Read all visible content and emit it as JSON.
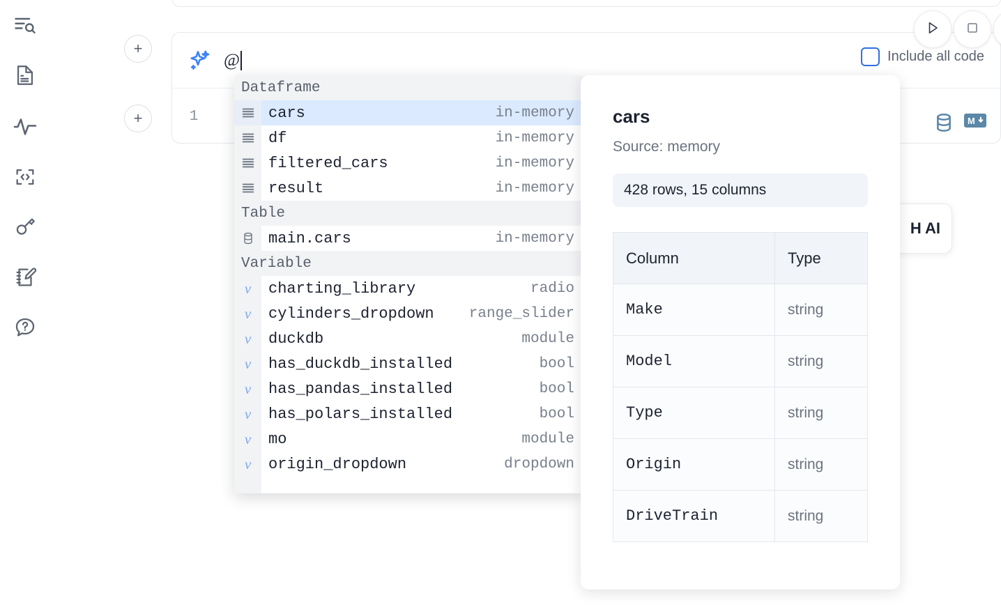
{
  "sidebar": {
    "items": [
      {
        "icon": "search-outline-icon",
        "label": "Explore"
      },
      {
        "icon": "file-document-icon",
        "label": "Notebook files"
      },
      {
        "icon": "activity-pulse-icon",
        "label": "Runtime"
      },
      {
        "icon": "code-snippet-icon",
        "label": "Snippets"
      },
      {
        "icon": "key-icon",
        "label": "Secrets"
      },
      {
        "icon": "scratchpad-pencil-icon",
        "label": "Scratchpad"
      },
      {
        "icon": "help-chat-icon",
        "label": "Help"
      }
    ]
  },
  "toolbar": {
    "run_label": "Run",
    "stop_label": "Stop",
    "more_label": "More"
  },
  "cell": {
    "add_cell_label": "+",
    "ai_prompt_value": "@",
    "line_number": "1",
    "include_all_code_label": "Include all code",
    "include_all_code_checked": false,
    "database_icon_label": "database-icon",
    "markdown_badge_label": "M"
  },
  "ai_chip": {
    "label": "H AI"
  },
  "autocomplete": {
    "groups": [
      {
        "header": "Dataframe",
        "icon": "dataframe-rows-icon",
        "items": [
          {
            "name": "cars",
            "type": "in-memory",
            "selected": true
          },
          {
            "name": "df",
            "type": "in-memory",
            "selected": false
          },
          {
            "name": "filtered_cars",
            "type": "in-memory",
            "selected": false
          },
          {
            "name": "result",
            "type": "in-memory",
            "selected": false
          }
        ]
      },
      {
        "header": "Table",
        "icon": "database-icon",
        "items": [
          {
            "name": "main.cars",
            "type": "in-memory",
            "selected": false
          }
        ]
      },
      {
        "header": "Variable",
        "icon": "variable-v-icon",
        "items": [
          {
            "name": "charting_library",
            "type": "radio",
            "selected": false
          },
          {
            "name": "cylinders_dropdown",
            "type": "range_slider",
            "selected": false
          },
          {
            "name": "duckdb",
            "type": "module",
            "selected": false
          },
          {
            "name": "has_duckdb_installed",
            "type": "bool",
            "selected": false
          },
          {
            "name": "has_pandas_installed",
            "type": "bool",
            "selected": false
          },
          {
            "name": "has_polars_installed",
            "type": "bool",
            "selected": false
          },
          {
            "name": "mo",
            "type": "module",
            "selected": false
          },
          {
            "name": "origin_dropdown",
            "type": "dropdown",
            "selected": false
          }
        ]
      }
    ]
  },
  "detail": {
    "title": "cars",
    "source": "Source: memory",
    "stats": "428 rows, 15 columns",
    "columns_header": "Column",
    "type_header": "Type",
    "rows": [
      {
        "column": "Make",
        "type": "string"
      },
      {
        "column": "Model",
        "type": "string"
      },
      {
        "column": "Type",
        "type": "string"
      },
      {
        "column": "Origin",
        "type": "string"
      },
      {
        "column": "DriveTrain",
        "type": "string"
      }
    ]
  },
  "colors": {
    "accent_blue": "#2f6fe4",
    "selection_blue": "#dbeafe",
    "icon_slate": "#5c6470",
    "steel": "#5b87a8",
    "text_dark": "#1d2230",
    "text_muted": "#78808c"
  }
}
